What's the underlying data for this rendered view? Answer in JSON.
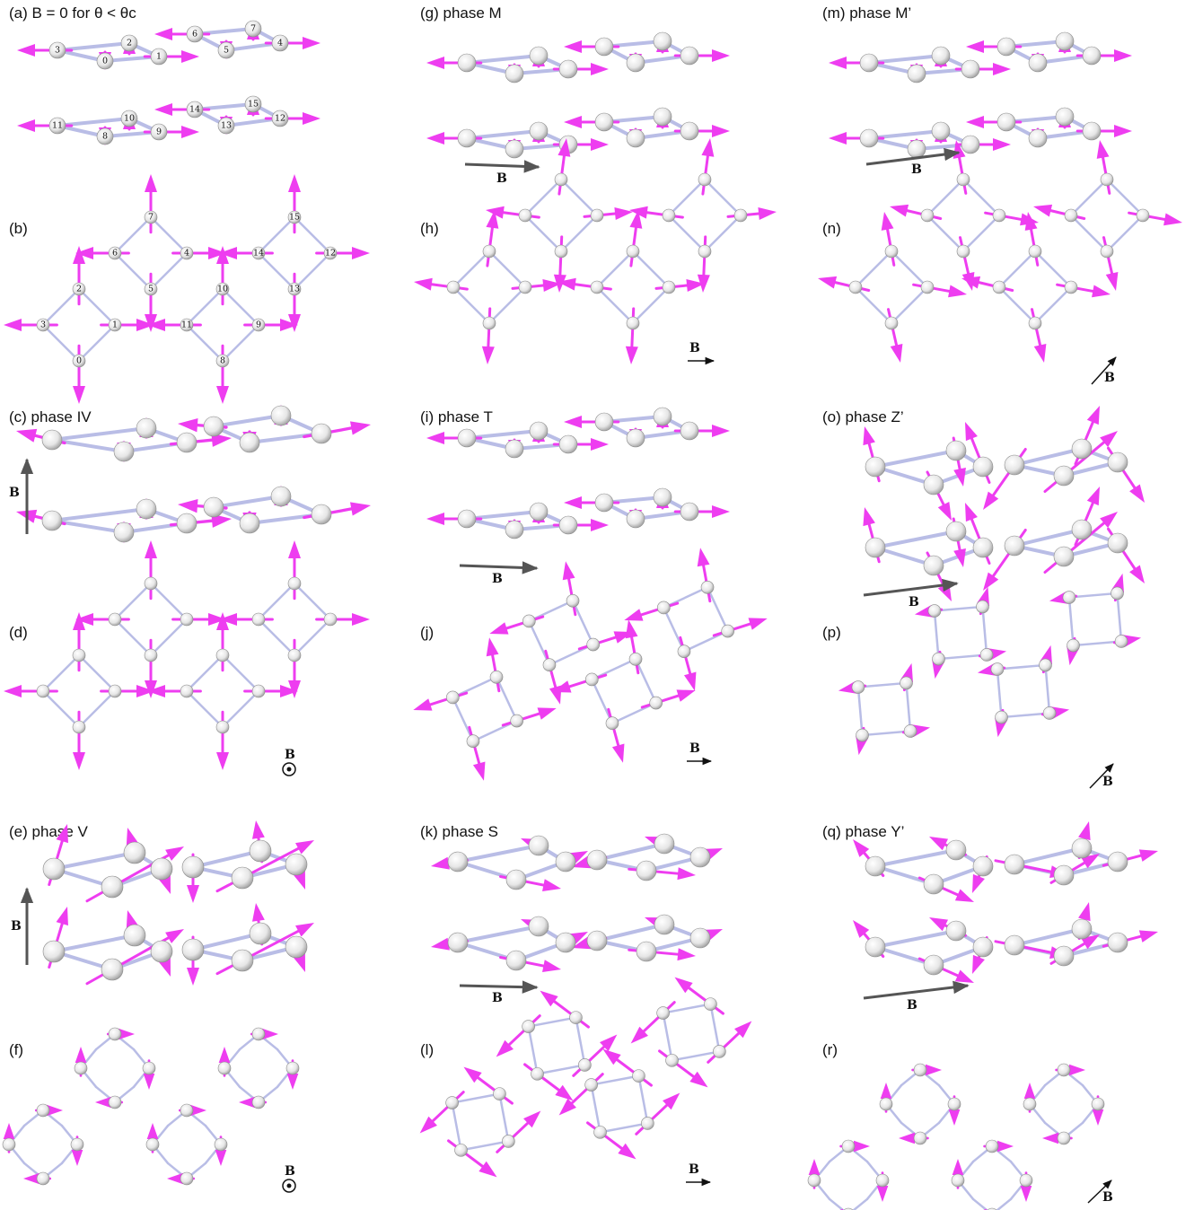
{
  "panels": [
    {
      "id": "a",
      "label": "(a) B = 0 for θ < θc"
    },
    {
      "id": "b",
      "label": "(b)"
    },
    {
      "id": "c",
      "label": "(c) phase IV"
    },
    {
      "id": "d",
      "label": "(d)"
    },
    {
      "id": "e",
      "label": "(e) phase V"
    },
    {
      "id": "f",
      "label": "(f)"
    },
    {
      "id": "g",
      "label": "(g) phase M"
    },
    {
      "id": "h",
      "label": "(h)"
    },
    {
      "id": "i",
      "label": "(i) phase T"
    },
    {
      "id": "j",
      "label": "(j)"
    },
    {
      "id": "k",
      "label": "(k) phase S"
    },
    {
      "id": "l",
      "label": "(l)"
    },
    {
      "id": "m",
      "label": "(m) phase M’"
    },
    {
      "id": "n",
      "label": "(n)"
    },
    {
      "id": "o",
      "label": "(o) phase Z’"
    },
    {
      "id": "p",
      "label": "(p)"
    },
    {
      "id": "q",
      "label": "(q) phase  Y’"
    },
    {
      "id": "r",
      "label": "(r)"
    }
  ],
  "field_label": "B",
  "site_numbers": [
    "0",
    "1",
    "2",
    "3",
    "4",
    "5",
    "6",
    "7",
    "8",
    "9",
    "10",
    "11",
    "12",
    "13",
    "14",
    "15"
  ],
  "colors": {
    "spin_arrow": "#ee3df0",
    "bond": "#b9bde6",
    "atom": "#eeeeee",
    "field_arrow": "#555555"
  }
}
